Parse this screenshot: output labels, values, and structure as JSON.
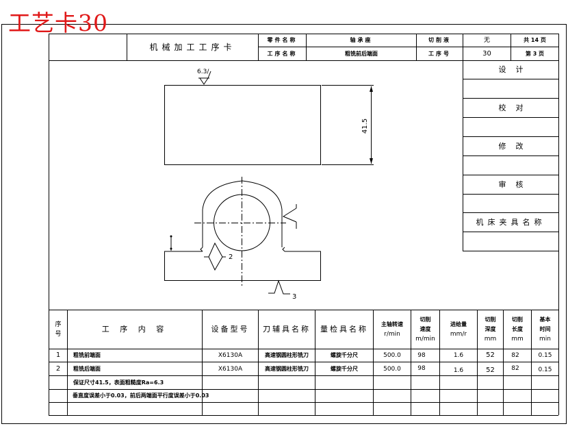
{
  "overlay_title": "工艺卡30",
  "header": {
    "card_title": "机械加工工序卡",
    "part_name_label": "零件名称",
    "part_name_value": "轴承座",
    "process_name_label": "工序名称",
    "process_name_value": "粗铣前后端面",
    "coolant_label": "切削液",
    "coolant_value": "无",
    "total_pages": "共 14 页",
    "process_no_label": "工序号",
    "process_no_value": "30",
    "page_no": "第 3 页"
  },
  "signoff": {
    "items": [
      {
        "label": "设    计",
        "value": ""
      },
      {
        "label": "校    对",
        "value": ""
      },
      {
        "label": "修    改",
        "value": ""
      },
      {
        "label": "审    核",
        "value": ""
      },
      {
        "label": "机床夹具名称",
        "value": ""
      }
    ]
  },
  "drawing": {
    "roughness_top": "6.3/",
    "dimension_height": "41.5",
    "label_2": "2",
    "label_3": "3"
  },
  "process_table": {
    "headers": {
      "seq": "序号",
      "content": "工 序 内 容",
      "equipment": "设备型号",
      "tool": "刀辅具名称",
      "gauge": "量检具名称",
      "spindle_speed": [
        "主轴转速",
        "r/min"
      ],
      "cutting_speed": [
        "切削",
        "速度",
        "m/min"
      ],
      "feed": [
        "进给量",
        "mm/r"
      ],
      "depth": [
        "切削",
        "深度",
        "mm"
      ],
      "length": [
        "切削",
        "长度",
        "mm"
      ],
      "time": [
        "基本",
        "时间",
        "min"
      ]
    },
    "rows": [
      {
        "seq": "1",
        "content": "粗铣前端面",
        "equipment": "X6130A",
        "tool": "高速钢圆柱形铣刀",
        "gauge": "螺旋千分尺",
        "spindle_speed": "500.0",
        "cutting_speed": "98",
        "feed": "1.6",
        "depth": "52",
        "length": "82",
        "time": "0.15"
      },
      {
        "seq": "2",
        "content": "粗铣后端面",
        "equipment": "X6130A",
        "tool": "高速钢圆柱形铣刀",
        "gauge": "螺旋千分尺",
        "spindle_speed": "500.0",
        "cutting_speed": "98",
        "feed": "1.6",
        "depth": "52",
        "length": "82",
        "time": "0.15"
      },
      {
        "seq": "",
        "content": "保证尺寸41.5，表面粗糙度Ra=6.3",
        "equipment": "",
        "tool": "",
        "gauge": "",
        "spindle_speed": "",
        "cutting_speed": "",
        "feed": "",
        "depth": "",
        "length": "",
        "time": ""
      },
      {
        "seq": "",
        "content": "垂直度误差小于0.03，前后两端面平行度误差小于0.03",
        "equipment": "",
        "tool": "",
        "gauge": "",
        "spindle_speed": "",
        "cutting_speed": "",
        "feed": "",
        "depth": "",
        "length": "",
        "time": ""
      },
      {
        "seq": "",
        "content": "",
        "equipment": "",
        "tool": "",
        "gauge": "",
        "spindle_speed": "",
        "cutting_speed": "",
        "feed": "",
        "depth": "",
        "length": "",
        "time": ""
      }
    ]
  }
}
